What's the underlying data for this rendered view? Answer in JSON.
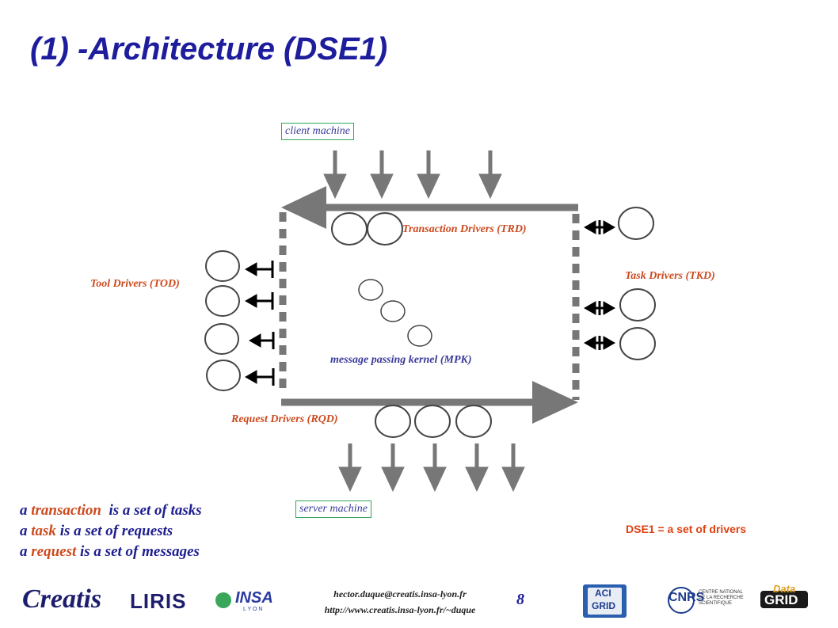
{
  "slide": {
    "title": "(1) -Architecture (DSE1)",
    "page_number": "8"
  },
  "labels": {
    "client_machine": "client machine",
    "server_machine": "server machine",
    "transaction_drivers": "Transaction Drivers (TRD)",
    "tool_drivers": "Tool Drivers (TOD)",
    "task_drivers": "Task Drivers (TKD)",
    "request_drivers": "Request Drivers (RQD)",
    "message_kernel": "message passing kernel (MPK)"
  },
  "definitions": [
    {
      "prefix": "a ",
      "term": "transaction",
      "rest": "  is a set of tasks"
    },
    {
      "prefix": "a ",
      "term": "task",
      "rest": " is a set of requests"
    },
    {
      "prefix": "a ",
      "term": "request",
      "rest": " is a set of messages"
    }
  ],
  "summary": "DSE1 = a set of drivers",
  "footer": {
    "email": "hector.duque@creatis.insa-lyon.fr",
    "url": "http://www.creatis.insa-lyon.fr/~duque"
  },
  "logos": {
    "creatis": "Creatis",
    "liris": "LIRIS",
    "insa": "INSA",
    "insa_sub": "L Y O N",
    "aci_top": "ACI",
    "aci_bottom": "GRID",
    "cnrs": "CNRS",
    "cnrs_caption": "CENTRE NATIONAL DE LA RECHERCHE SCIENTIFIQUE",
    "datagrid_top": "Data",
    "datagrid_bottom": "GRID"
  },
  "colors": {
    "title": "#1d1d9e",
    "accent_orange": "#cc4a1e",
    "label_blue": "#3a3a9a",
    "box_border": "#35a35a",
    "arrow_gray": "#777777",
    "summary_red": "#e04010"
  }
}
